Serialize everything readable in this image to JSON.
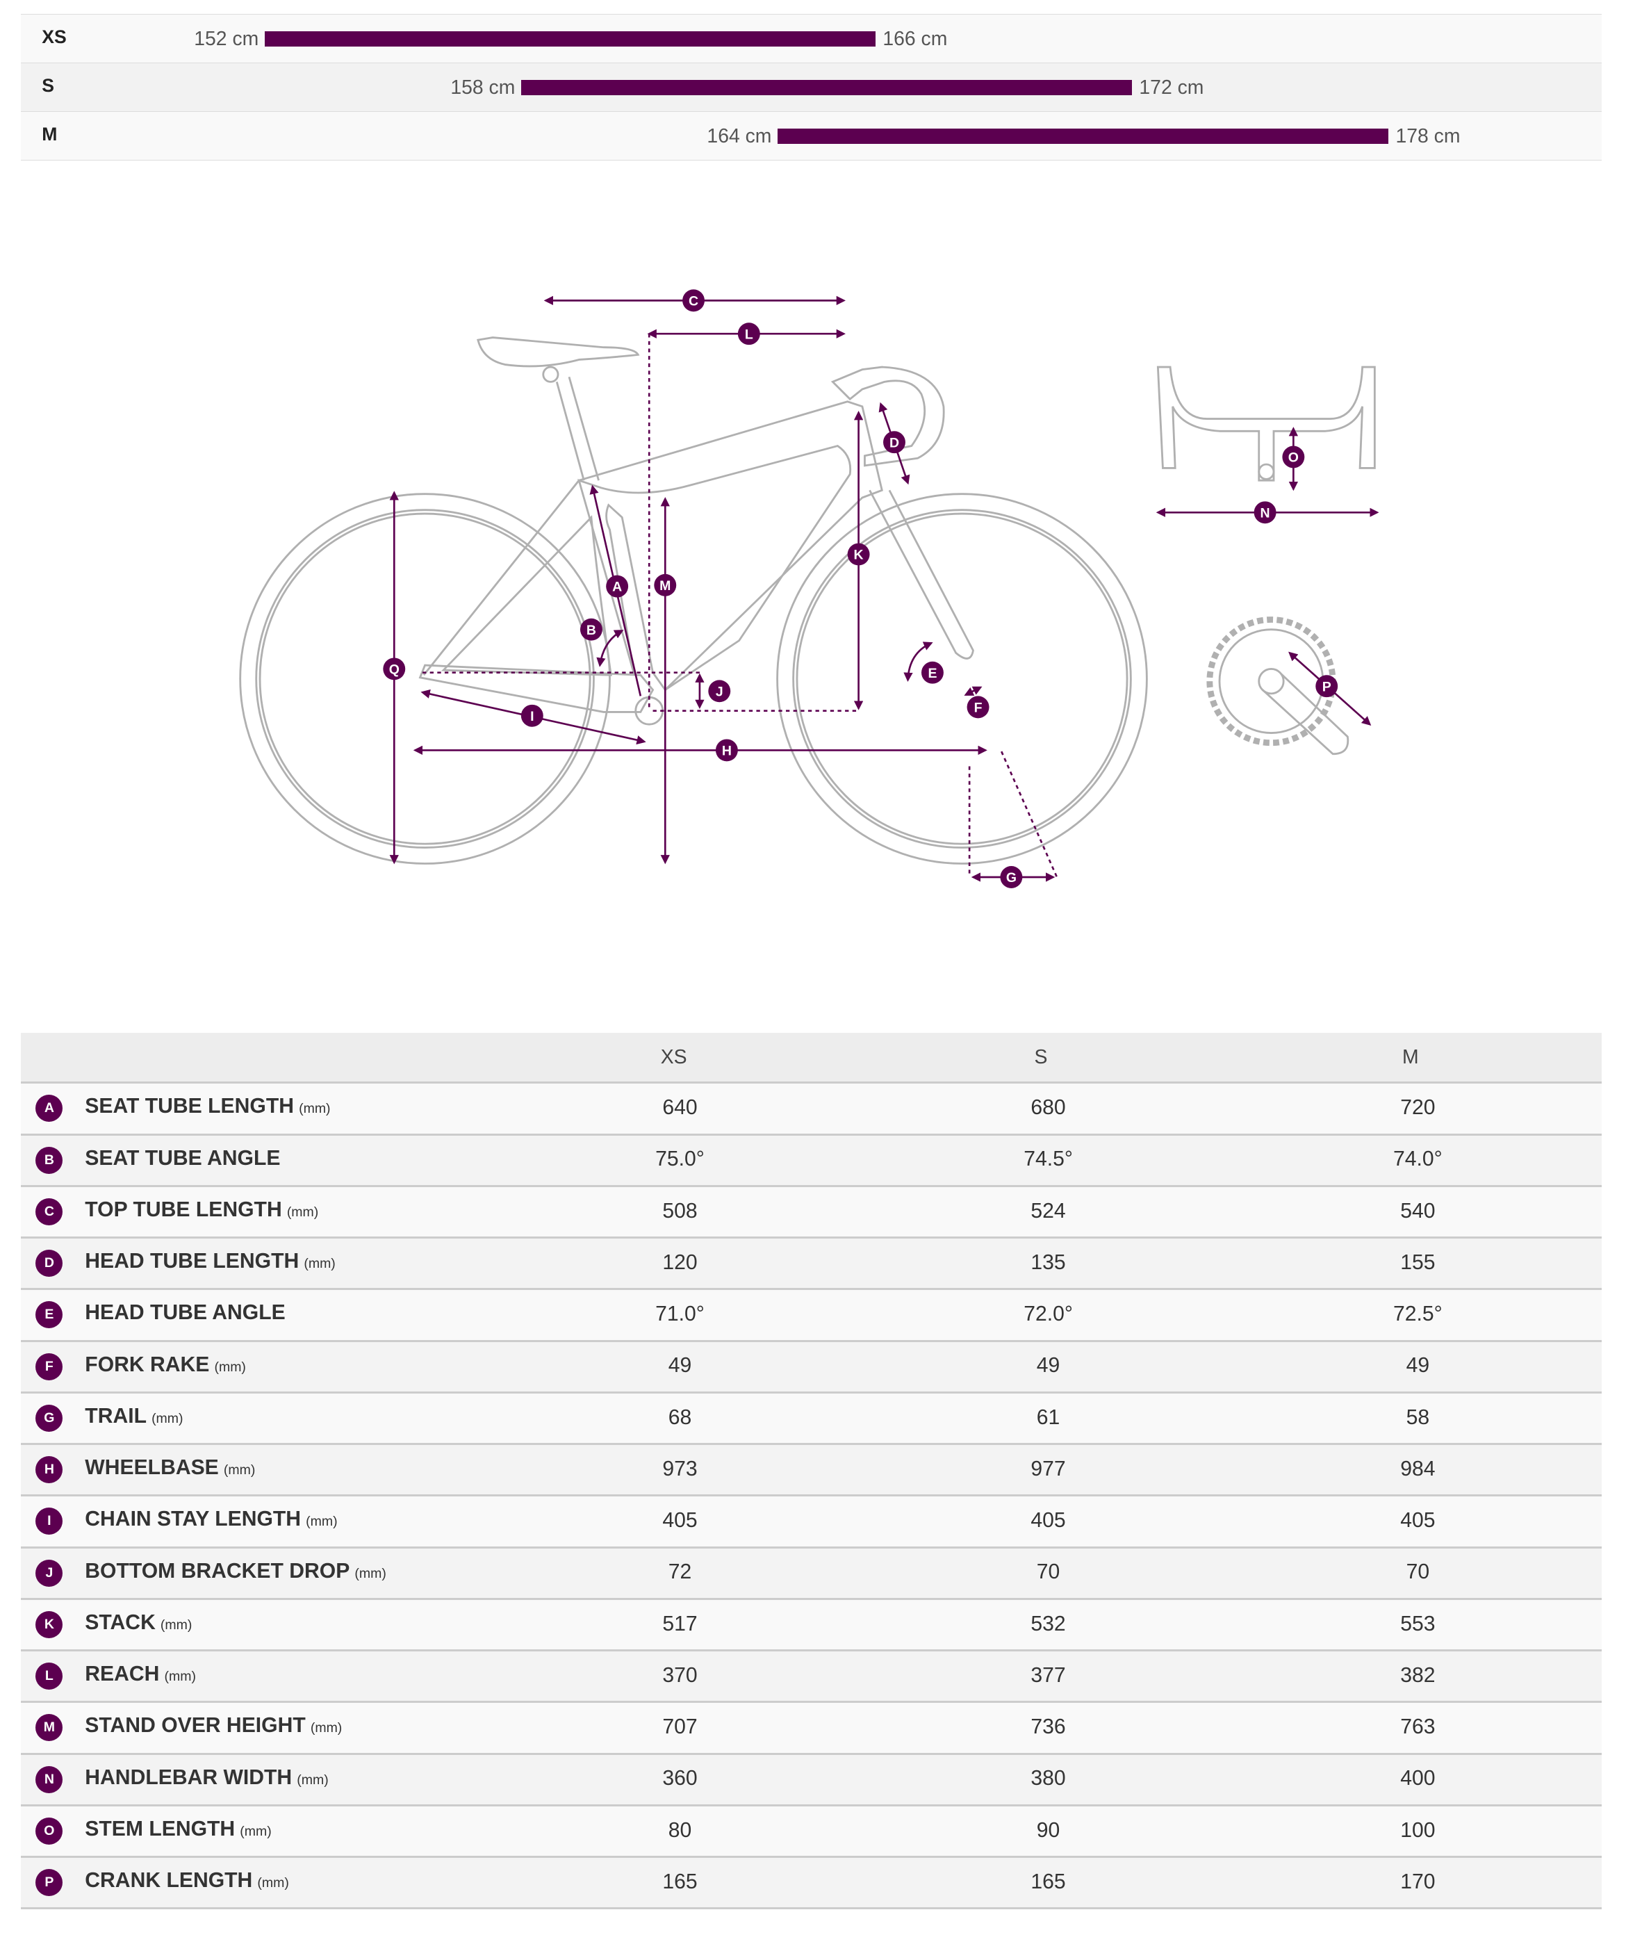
{
  "fit": {
    "sizes": [
      {
        "size": "XS",
        "min": 152,
        "max": 166,
        "min_label": "152 cm",
        "max_label": "166 cm"
      },
      {
        "size": "S",
        "min": 158,
        "max": 172,
        "min_label": "158 cm",
        "max_label": "172 cm"
      },
      {
        "size": "M",
        "min": 164,
        "max": 178,
        "min_label": "164 cm",
        "max_label": "178 cm"
      }
    ]
  },
  "diagram": {
    "labels": [
      "A",
      "B",
      "C",
      "D",
      "E",
      "F",
      "G",
      "H",
      "I",
      "J",
      "K",
      "L",
      "M",
      "N",
      "O",
      "P",
      "Q"
    ]
  },
  "colors": {
    "accent": "#5c0050",
    "frame": "#aaaaaa"
  },
  "geometry": {
    "headers": [
      "XS",
      "S",
      "M"
    ],
    "rows": [
      {
        "letter": "A",
        "label": "SEAT TUBE LENGTH",
        "unit": "(mm)",
        "values": [
          "640",
          "680",
          "720"
        ]
      },
      {
        "letter": "B",
        "label": "SEAT TUBE ANGLE",
        "unit": "",
        "values": [
          "75.0°",
          "74.5°",
          "74.0°"
        ]
      },
      {
        "letter": "C",
        "label": "TOP TUBE LENGTH",
        "unit": "(mm)",
        "values": [
          "508",
          "524",
          "540"
        ]
      },
      {
        "letter": "D",
        "label": "HEAD TUBE LENGTH",
        "unit": "(mm)",
        "values": [
          "120",
          "135",
          "155"
        ]
      },
      {
        "letter": "E",
        "label": "HEAD TUBE ANGLE",
        "unit": "",
        "values": [
          "71.0°",
          "72.0°",
          "72.5°"
        ]
      },
      {
        "letter": "F",
        "label": "FORK RAKE",
        "unit": "(mm)",
        "values": [
          "49",
          "49",
          "49"
        ]
      },
      {
        "letter": "G",
        "label": "TRAIL",
        "unit": "(mm)",
        "values": [
          "68",
          "61",
          "58"
        ]
      },
      {
        "letter": "H",
        "label": "WHEELBASE",
        "unit": "(mm)",
        "values": [
          "973",
          "977",
          "984"
        ]
      },
      {
        "letter": "I",
        "label": "CHAIN STAY LENGTH",
        "unit": "(mm)",
        "values": [
          "405",
          "405",
          "405"
        ]
      },
      {
        "letter": "J",
        "label": "BOTTOM BRACKET DROP",
        "unit": "(mm)",
        "values": [
          "72",
          "70",
          "70"
        ]
      },
      {
        "letter": "K",
        "label": "STACK",
        "unit": "(mm)",
        "values": [
          "517",
          "532",
          "553"
        ]
      },
      {
        "letter": "L",
        "label": "REACH",
        "unit": "(mm)",
        "values": [
          "370",
          "377",
          "382"
        ]
      },
      {
        "letter": "M",
        "label": "STAND OVER HEIGHT",
        "unit": "(mm)",
        "values": [
          "707",
          "736",
          "763"
        ]
      },
      {
        "letter": "N",
        "label": "HANDLEBAR WIDTH",
        "unit": "(mm)",
        "values": [
          "360",
          "380",
          "400"
        ]
      },
      {
        "letter": "O",
        "label": "STEM LENGTH",
        "unit": "(mm)",
        "values": [
          "80",
          "90",
          "100"
        ]
      },
      {
        "letter": "P",
        "label": "CRANK LENGTH",
        "unit": "(mm)",
        "values": [
          "165",
          "165",
          "170"
        ]
      }
    ]
  }
}
